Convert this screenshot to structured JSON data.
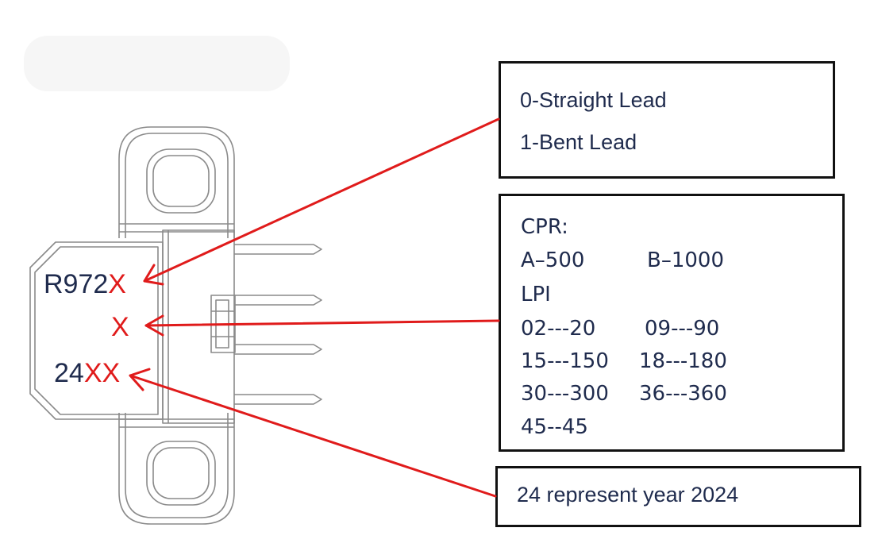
{
  "part_marking": {
    "line1_prefix": "R972",
    "line1_suffix": "X",
    "line2": "X",
    "line3_prefix": "24",
    "line3_suffix": "XX"
  },
  "lead_box": {
    "line1": "0-Straight Lead",
    "line2": "1-Bent Lead"
  },
  "cpr_box": {
    "cpr_title": "CPR:",
    "cpr_a": "A–500",
    "cpr_b": "B–1000",
    "lpi_title": "LPI",
    "lpi_rows": [
      [
        "02---20",
        "09---90"
      ],
      [
        "15---150",
        "18---180"
      ],
      [
        "30---300",
        "36---360"
      ],
      [
        "45--45",
        ""
      ]
    ]
  },
  "year_box": {
    "text": "24 represent year 2024"
  },
  "colors": {
    "arrow": "#e01b1b",
    "marking_dark": "#1f2b4d",
    "marking_red": "#e01b1b",
    "drawing_line": "#8a8a8a",
    "box_border": "#111111"
  }
}
